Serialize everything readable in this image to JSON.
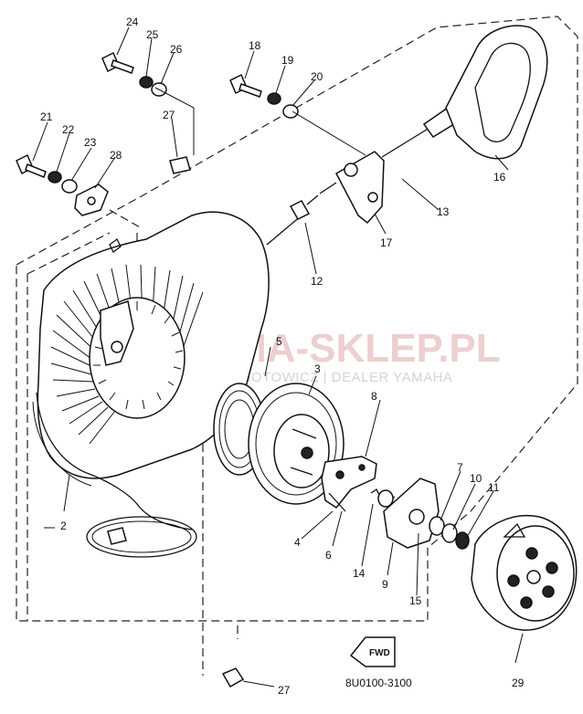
{
  "watermark": {
    "brand": "YAMA-SKLEP.PL",
    "tagline": "WÓJCIK MOTOWICZ | DEALER YAMAHA"
  },
  "diagram_code": "8U0100-3100",
  "fwd_label": "FWD",
  "callouts": {
    "c2": "2",
    "c3": "3",
    "c4": "4",
    "c5": "5",
    "c6": "6",
    "c7": "7",
    "c8": "8",
    "c9": "9",
    "c10": "10",
    "c11": "11",
    "c12": "12",
    "c13": "13",
    "c14": "14",
    "c15": "15",
    "c16": "16",
    "c17": "17",
    "c18": "18",
    "c19": "19",
    "c20": "20",
    "c21": "21",
    "c22": "22",
    "c23": "23",
    "c24": "24",
    "c25": "25",
    "c26": "26",
    "c27a": "27",
    "c27b": "27",
    "c28": "28",
    "c29": "29"
  },
  "colors": {
    "line": "#111111",
    "watermark": "#e8c0c0"
  }
}
